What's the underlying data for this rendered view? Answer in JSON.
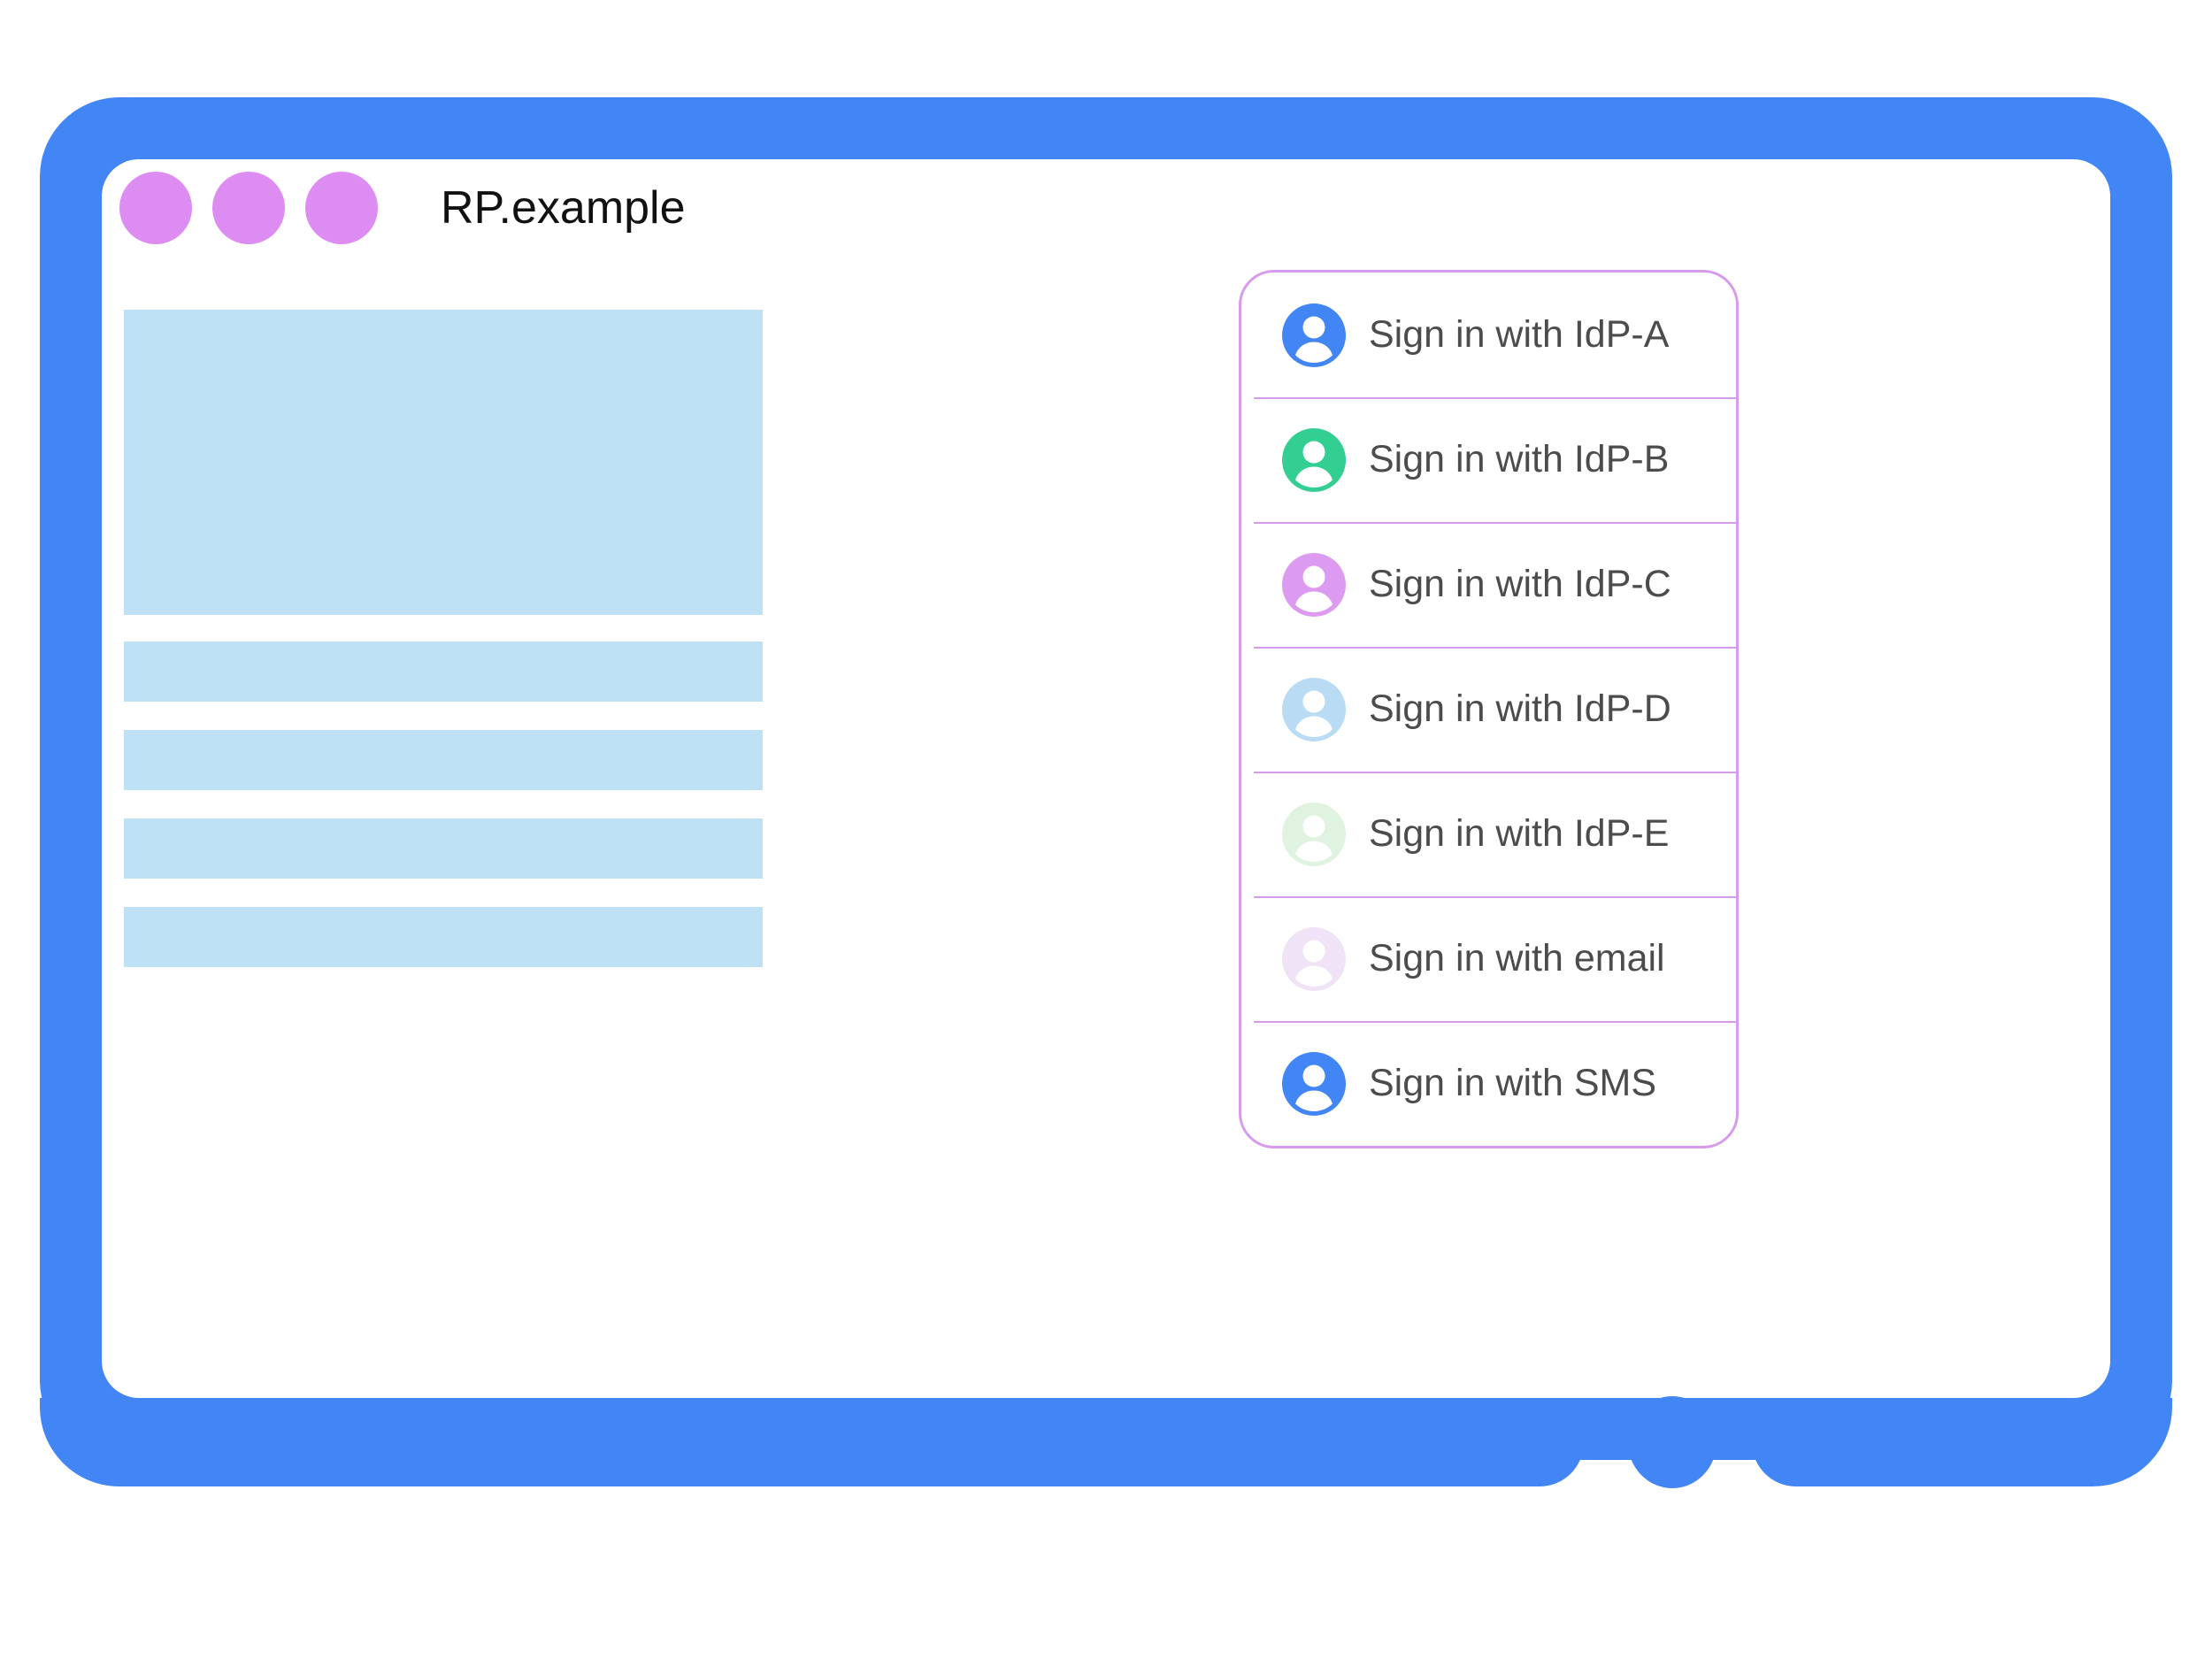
{
  "window": {
    "site_title": "RP.example",
    "traffic_dots": [
      "dot-1",
      "dot-2",
      "dot-3"
    ],
    "frame_color": "#4285f4",
    "dot_color": "#dd8df2",
    "home_button": "home-button"
  },
  "content": {
    "placeholders": [
      {
        "name": "hero-placeholder",
        "type": "hero"
      },
      {
        "name": "text-line-placeholder-1",
        "type": "bar"
      },
      {
        "name": "text-line-placeholder-2",
        "type": "bar"
      },
      {
        "name": "text-line-placeholder-3",
        "type": "bar"
      },
      {
        "name": "text-line-placeholder-4",
        "type": "bar"
      }
    ],
    "placeholder_color": "#bfe1f6"
  },
  "account_chooser": {
    "border_color": "#d79bec",
    "separator_color": "#d79bec",
    "label_color": "#4c4c4c",
    "accounts": [
      {
        "label": "Sign in with IdP-A",
        "icon": "person-avatar-icon",
        "avatar_color": "#4285f4"
      },
      {
        "label": "Sign in with IdP-B",
        "icon": "person-avatar-icon",
        "avatar_color": "#33cf92"
      },
      {
        "label": "Sign in with IdP-C",
        "icon": "person-avatar-icon",
        "avatar_color": "#dc9bf0"
      },
      {
        "label": "Sign in with IdP-D",
        "icon": "person-avatar-icon",
        "avatar_color": "#b9dcf4"
      },
      {
        "label": "Sign in with IdP-E",
        "icon": "person-avatar-icon",
        "avatar_color": "#e0f3e0"
      },
      {
        "label": "Sign in with email",
        "icon": "person-avatar-icon",
        "avatar_color": "#f0e3f7"
      },
      {
        "label": "Sign in with SMS",
        "icon": "person-avatar-icon",
        "avatar_color": "#4285f4"
      }
    ]
  }
}
